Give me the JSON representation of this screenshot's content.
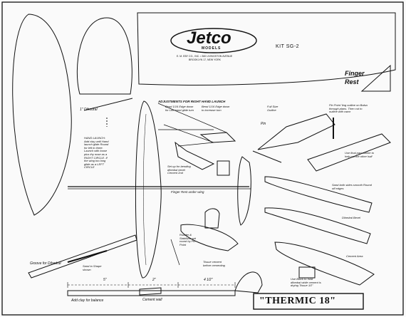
{
  "header": {
    "brand": "Jetco",
    "brand_sub": "MODELS",
    "address_line1": "E. M. EBY CO., INC. • 360 LIVINGSTON AVENUE",
    "address_line2": "BROOKLYN 17, NEW YORK",
    "kit": "KIT SG-2"
  },
  "parts": {
    "finger_rest": "Finger Rest"
  },
  "notes": {
    "adjustments_title": "ADJUSTMENTS FOR RIGHT HAND LAUNCH",
    "adjust_left": "Bend 1/16 Edge down for Left hand glide turn",
    "adjust_right": "Bend 1/16 Edge down to increase turn",
    "dihedral_height": "1\" Dihedral",
    "hand_launch": "HAND LAUNCH: Add clay until Hand launch glide Round for left in three. Launch with loose plus thy nose as a RIGHT CIRCLE. If the wing too long glide as a LEFT CIRCLE",
    "finger_rest_under_wing": "Finger Rest under wing",
    "set_up": "Set up for bending dihedral bevel Cement 2nd",
    "full_size_outline": "Full Size Outline",
    "pin": "Pin",
    "pin_point": "Pin Point 'ling outline on Balsa through plans. Then cut to outline with razor",
    "cut_outline": "Use final part outline to help cut the other half",
    "sand_edges": "Sand both sides smooth Round off edges",
    "dihedral_bevel": "Dihedral Bevel",
    "cement_area": "Cement Area",
    "use_block": "Use Block to hold dihedral while cement is drying Tissue 1⁄2\"",
    "rudder_stabilizer": "Rudder & Stabilizer set round by Pin Point",
    "tissue_cement": "Tissue cement before cementing",
    "groove_dihedral": "Groove for Dihedral",
    "sand_shape": "Sand to Shape shown",
    "add_clay": "Add clay for balance",
    "cement_wall": "Cement wall"
  },
  "dimensions": {
    "d1": "5\"",
    "d2": "2\"",
    "d3": "4 1⁄2\""
  },
  "footer": {
    "title": "\"THERMIC 18\""
  }
}
